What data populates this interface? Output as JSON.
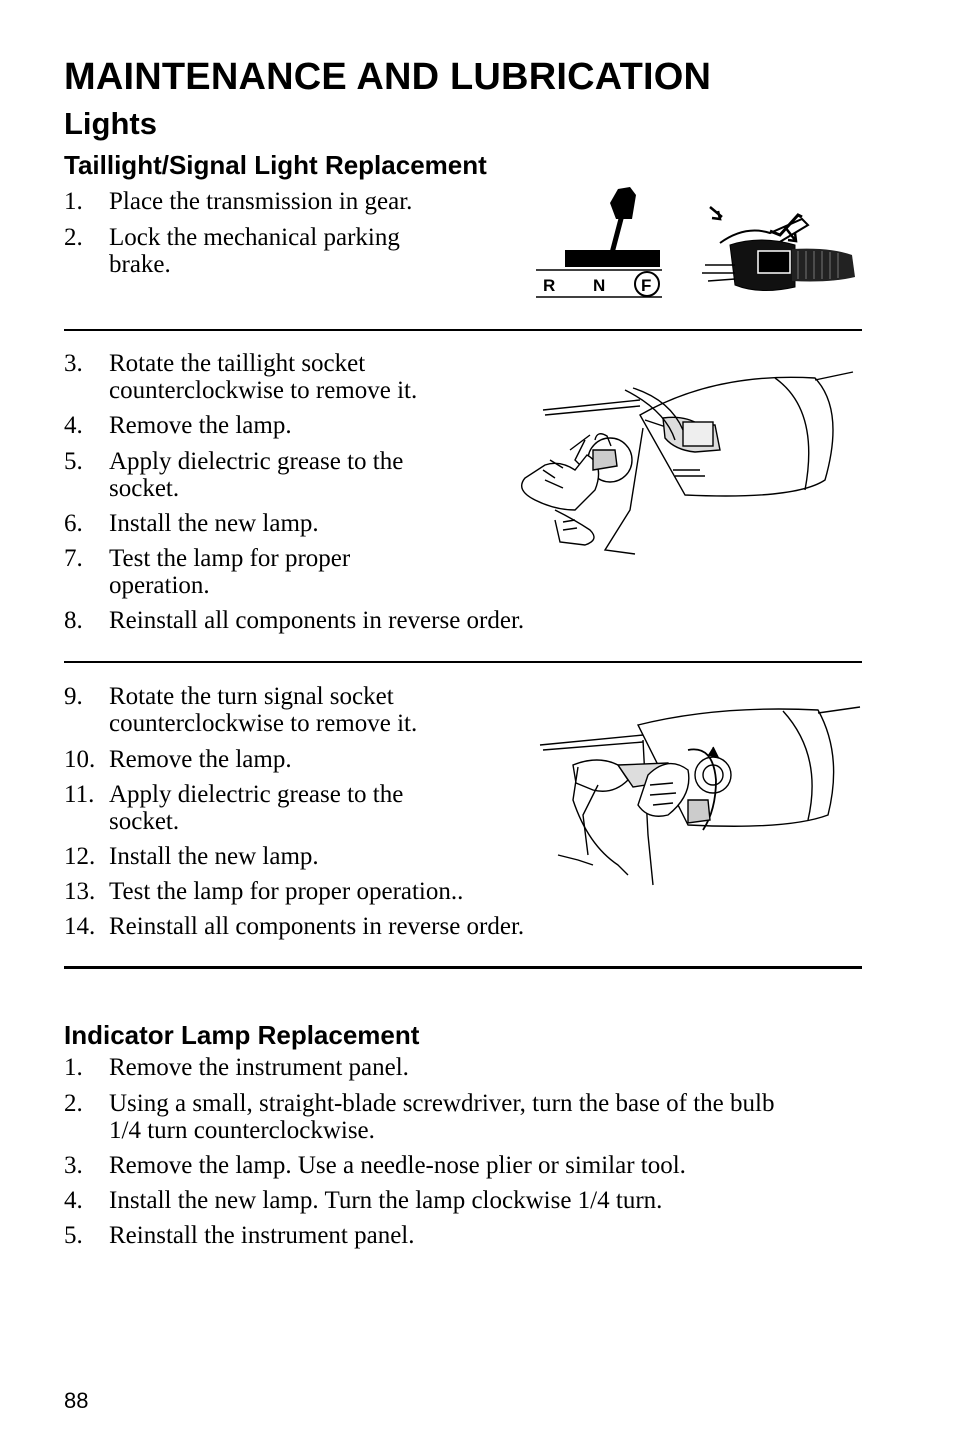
{
  "header": {
    "title": "MAINTENANCE AND LUBRICATION",
    "section": "Lights"
  },
  "taillight": {
    "heading": "Taillight/Signal Light Replacement",
    "group1": [
      {
        "num": "1.",
        "text": "Place the transmission in gear."
      },
      {
        "num": "2.",
        "text": "Lock the mechanical parking\nbrake."
      }
    ],
    "group2": [
      {
        "num": "3.",
        "text": "Rotate the taillight socket\ncounterclockwise to remove it."
      },
      {
        "num": "4.",
        "text": "Remove the lamp."
      },
      {
        "num": "5.",
        "text": "Apply dielectric grease to the\nsocket."
      },
      {
        "num": "6.",
        "text": "Install the new lamp."
      },
      {
        "num": "7.",
        "text": "Test the lamp for proper\noperation."
      },
      {
        "num": "8.",
        "text": "Reinstall all components in reverse order."
      }
    ],
    "group3": [
      {
        "num": "9.",
        "text": "Rotate the turn signal socket\ncounterclockwise to remove it."
      },
      {
        "num": "10.",
        "text": "Remove the lamp."
      },
      {
        "num": "11.",
        "text": "Apply dielectric grease to the\nsocket."
      },
      {
        "num": "12.",
        "text": "Install the new lamp."
      },
      {
        "num": "13.",
        "text": "Test the lamp for proper operation.."
      },
      {
        "num": "14.",
        "text": "Reinstall all components in reverse order."
      }
    ]
  },
  "gear_figure": {
    "labels": [
      "R",
      "N",
      "F"
    ]
  },
  "indicator": {
    "heading": "Indicator Lamp Replacement",
    "steps": [
      {
        "num": "1.",
        "text": "Remove the instrument panel."
      },
      {
        "num": "2.",
        "text": "Using a small, straight-blade screwdriver, turn the base of the bulb\n1/4 turn counterclockwise."
      },
      {
        "num": "3.",
        "text": "Remove the lamp. Use a needle-nose plier or similar tool."
      },
      {
        "num": "4.",
        "text": "Install the new lamp. Turn the lamp clockwise 1/4 turn."
      },
      {
        "num": "5.",
        "text": "Reinstall the instrument panel."
      }
    ]
  },
  "footer": {
    "page_number": "88"
  }
}
